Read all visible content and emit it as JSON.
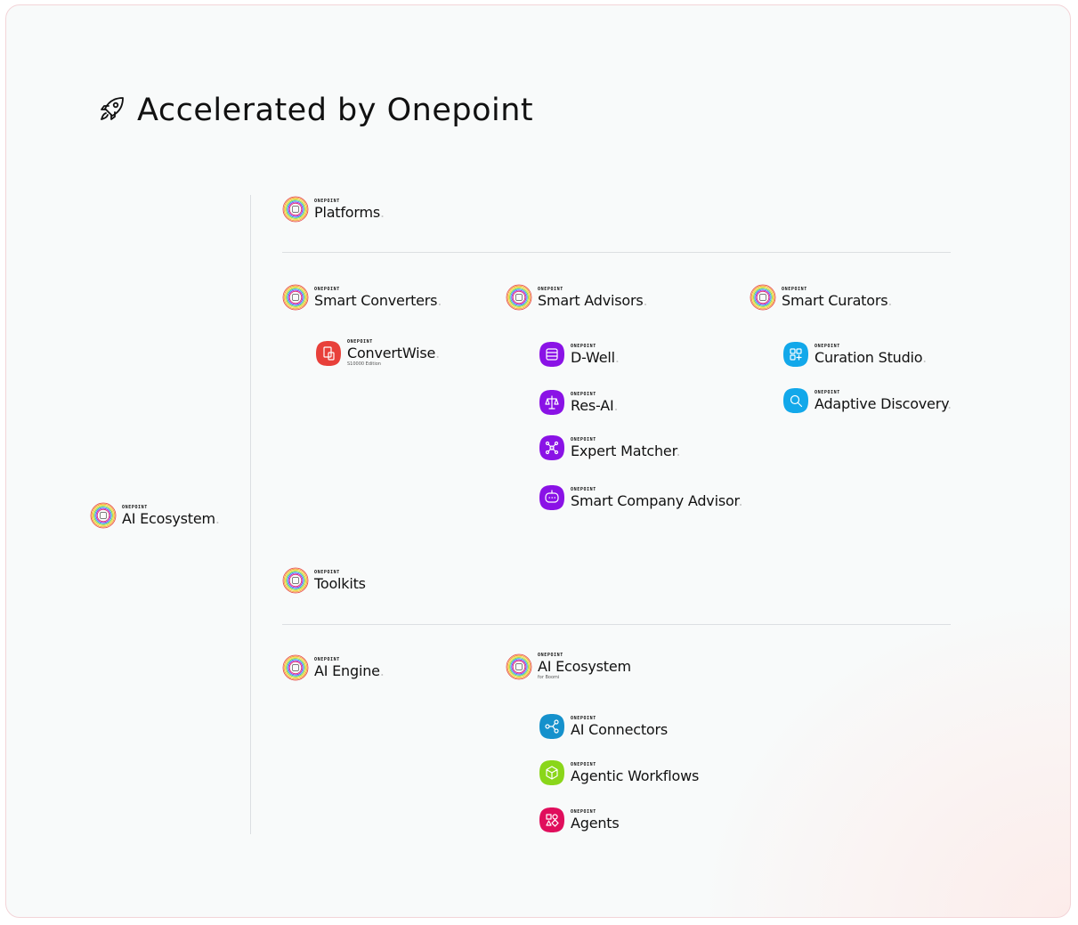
{
  "page": {
    "title": "Accelerated by Onepoint"
  },
  "brand": "ONEPOINT",
  "root": {
    "name": "AI Ecosystem"
  },
  "platforms": {
    "name": "Platforms"
  },
  "smart_converters": {
    "name": "Smart Converters",
    "products": [
      {
        "name": "ConvertWise",
        "subtitle": "S10000 Edition",
        "color": "#e8403a",
        "icon": "document-icon"
      }
    ]
  },
  "smart_advisors": {
    "name": "Smart Advisors",
    "products": [
      {
        "name": "D-Well",
        "color": "#8a12e6",
        "icon": "database-icon"
      },
      {
        "name": "Res-AI",
        "color": "#8a12e6",
        "icon": "scales-icon"
      },
      {
        "name": "Expert Matcher",
        "color": "#8a12e6",
        "icon": "network-icon"
      },
      {
        "name": "Smart Company Advisor",
        "color": "#8a12e6",
        "icon": "chat-bot-icon"
      }
    ]
  },
  "smart_curators": {
    "name": "Smart Curators",
    "products": [
      {
        "name": "Curation Studio",
        "color": "#12a8ea",
        "icon": "curation-icon"
      },
      {
        "name": "Adaptive Discovery",
        "color": "#12a8ea",
        "icon": "search-icon"
      }
    ]
  },
  "toolkits": {
    "name": "Toolkits"
  },
  "ai_engine": {
    "name": "AI Engine"
  },
  "ai_ecosystem_boomi": {
    "name": "AI Ecosystem",
    "subtitle": "for Boomi",
    "products": [
      {
        "name": "AI Connectors",
        "color": "#1591cc",
        "icon": "connectors-icon"
      },
      {
        "name": "Agentic Workflows",
        "color": "#8ad61a",
        "icon": "cube-icon"
      },
      {
        "name": "Agents",
        "color": "#e00e5c",
        "icon": "shapes-icon"
      }
    ]
  }
}
